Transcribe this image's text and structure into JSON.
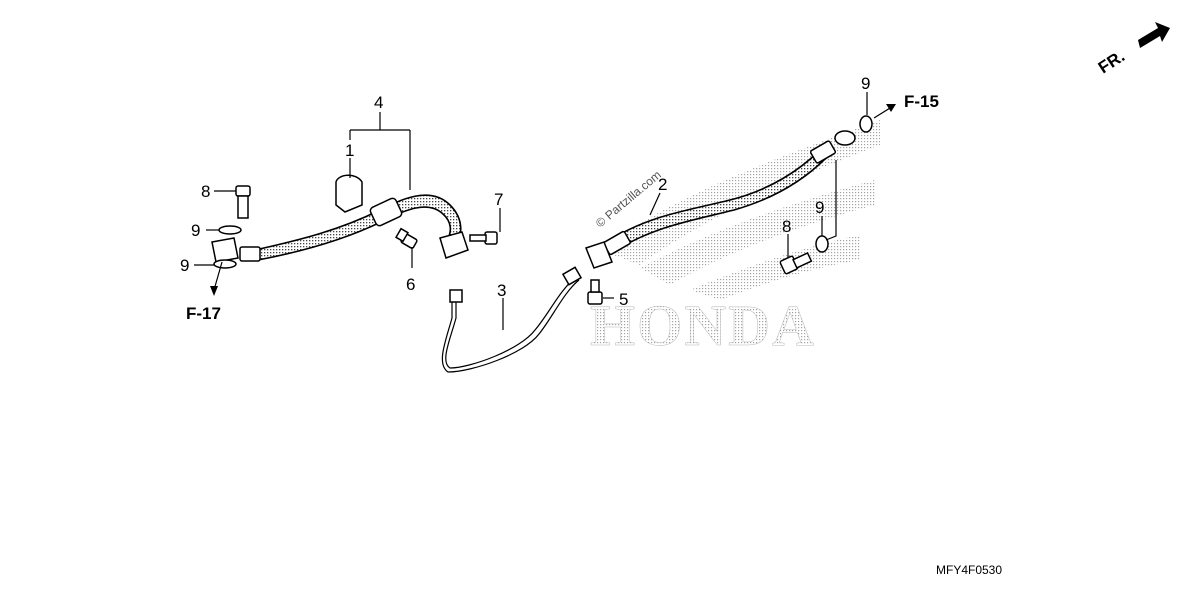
{
  "diagram": {
    "callouts": {
      "c1": "1",
      "c2": "2",
      "c3": "3",
      "c4": "4",
      "c5": "5",
      "c6": "6",
      "c7": "7",
      "c8_left": "8",
      "c8_right": "8",
      "c9_left_top": "9",
      "c9_left_bottom": "9",
      "c9_right_top": "9",
      "c9_right_mid": "9"
    },
    "references": {
      "left": "F-17",
      "right": "F-15"
    },
    "direction_marker": "FR.",
    "diagram_code": "MFY4F0530",
    "watermark": "© Partzilla.com",
    "brand_mark": "HONDA",
    "colors": {
      "ink": "#000000",
      "stipple": "#9a9a9a",
      "background": "#ffffff"
    }
  }
}
